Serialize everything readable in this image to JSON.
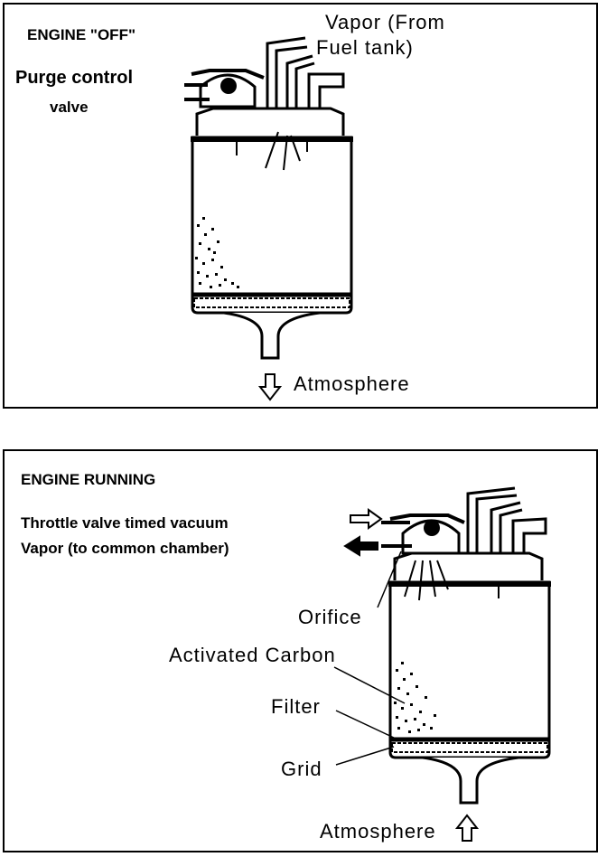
{
  "panel_off": {
    "title": "ENGINE \"OFF\"",
    "purge_line1": "Purge control",
    "purge_line2": "valve",
    "vapor_line1": "Vapor (From",
    "vapor_line2": "Fuel tank)",
    "atmosphere": "Atmosphere"
  },
  "panel_run": {
    "title": "ENGINE RUNNING",
    "throttle": "Throttle valve timed vacuum",
    "vapor_to": "Vapor (to common chamber)",
    "orifice": "Orifice",
    "activated_carbon": "Activated Carbon",
    "filter": "Filter",
    "grid": "Grid",
    "atmosphere": "Atmosphere"
  }
}
